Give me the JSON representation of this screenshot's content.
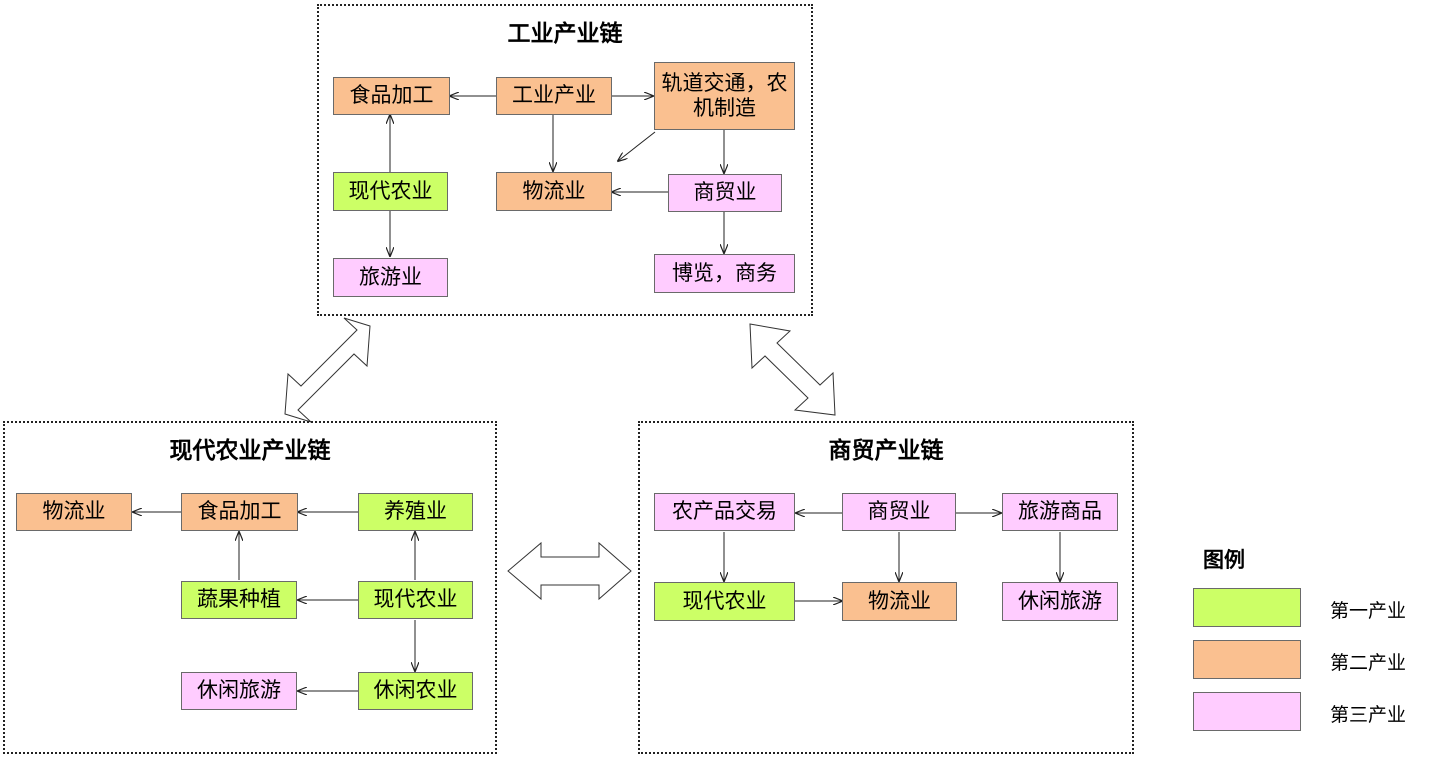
{
  "colors": {
    "primary": "#ccff66",
    "secondary": "#fac090",
    "tertiary": "#ffccff",
    "border": "#6a6a6a"
  },
  "panels": {
    "industrial": {
      "title": "工业产业链",
      "nodes": {
        "food_processing": "食品加工",
        "industry": "工业产业",
        "rail_transit": "轨道交通，农机制造",
        "modern_agriculture": "现代农业",
        "logistics": "物流业",
        "commerce": "商贸业",
        "tourism": "旅游业",
        "expo_business": "博览，商务"
      }
    },
    "agriculture": {
      "title": "现代农业产业链",
      "nodes": {
        "logistics": "物流业",
        "food_processing": "食品加工",
        "breeding": "养殖业",
        "vegetable_planting": "蔬果种植",
        "modern_agriculture": "现代农业",
        "leisure_tourism": "休闲旅游",
        "leisure_agriculture": "休闲农业"
      }
    },
    "commerce": {
      "title": "商贸产业链",
      "nodes": {
        "produce_trading": "农产品交易",
        "commerce": "商贸业",
        "tourism_goods": "旅游商品",
        "modern_agriculture": "现代农业",
        "logistics": "物流业",
        "leisure_tourism": "休闲旅游"
      }
    }
  },
  "legend": {
    "title": "图例",
    "items": [
      {
        "label": "第一产业",
        "color": "#ccff66"
      },
      {
        "label": "第二产业",
        "color": "#fac090"
      },
      {
        "label": "第三产业",
        "color": "#ffccff"
      }
    ]
  }
}
